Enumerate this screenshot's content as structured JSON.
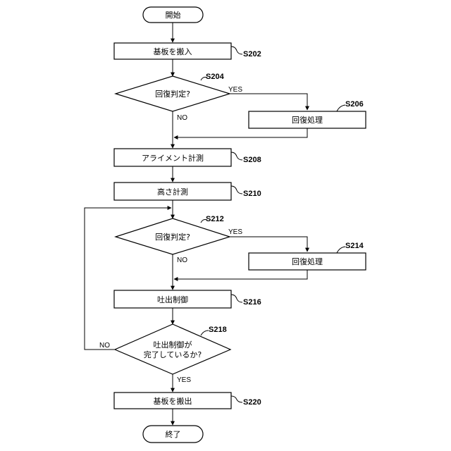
{
  "nodes": {
    "start": "開始",
    "s202": "基板を搬入",
    "s204": "回復判定?",
    "s206": "回復処理",
    "s208": "アライメント計測",
    "s210": "高さ計測",
    "s212": "回復判定?",
    "s214": "回復処理",
    "s216": "吐出制御",
    "s218_line1": "吐出制御が",
    "s218_line2": "完了しているか?",
    "s220": "基板を搬出",
    "end": "終了"
  },
  "step_labels": {
    "s202": "S202",
    "s204": "S204",
    "s206": "S206",
    "s208": "S208",
    "s210": "S210",
    "s212": "S212",
    "s214": "S214",
    "s216": "S216",
    "s218": "S218",
    "s220": "S220"
  },
  "edge_labels": {
    "s204_yes": "YES",
    "s204_no": "NO",
    "s212_yes": "YES",
    "s212_no": "NO",
    "s218_no": "NO",
    "s218_yes": "YES"
  }
}
